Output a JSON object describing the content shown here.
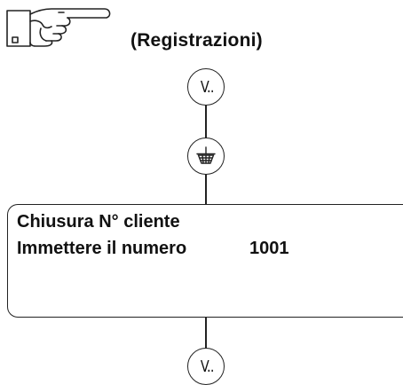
{
  "header": {
    "title": "(Registrazioni)",
    "pointer_icon": "pointing-hand-icon"
  },
  "flow": {
    "top_key": {
      "label": "V..",
      "icon": "v-key-icon"
    },
    "middle_key": {
      "icon": "tare-key-icon"
    },
    "bottom_key": {
      "label": "V..",
      "icon": "v-key-icon"
    }
  },
  "display": {
    "line1": "Chiusura N° cliente",
    "line2": "Immettere il numero",
    "value": "1001"
  }
}
